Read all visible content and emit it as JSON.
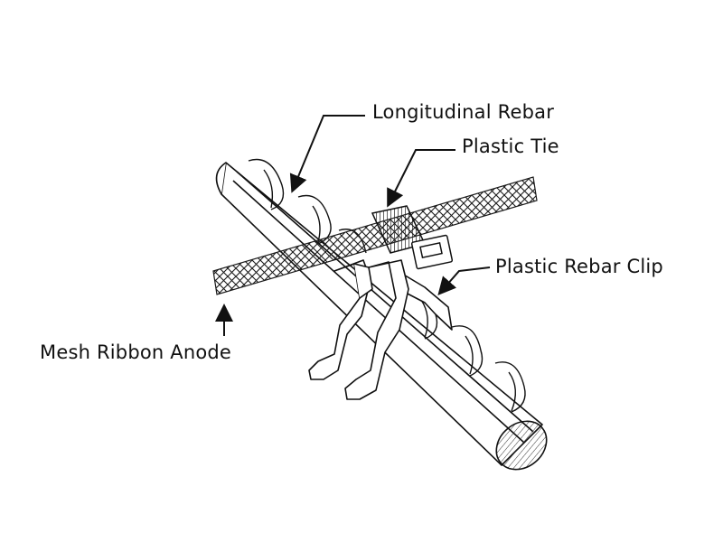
{
  "labels": {
    "longitudinal_rebar": "Longitudinal Rebar",
    "plastic_tie": "Plastic Tie",
    "plastic_rebar_clip": "Plastic Rebar Clip",
    "mesh_ribbon_anode": "Mesh Ribbon Anode"
  },
  "colors": {
    "line": "#111111",
    "background": "#ffffff",
    "mesh": "#1a1a1a"
  }
}
